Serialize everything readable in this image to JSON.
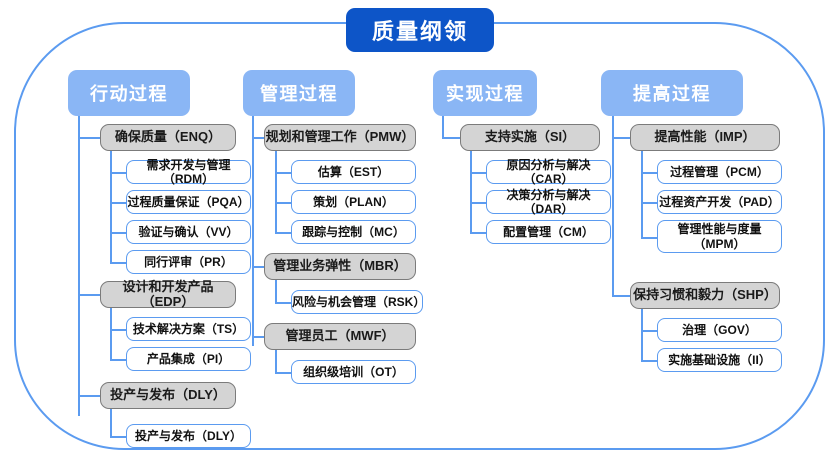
{
  "diagram": {
    "root": {
      "label": "质量纲领"
    },
    "colors": {
      "root_fill": "#0d55c8",
      "category_fill": "#8ab6f5",
      "group_fill": "#d4d4d4",
      "group_border": "#7b7b7b",
      "leaf_border": "#5b9bf0",
      "frame_border": "#5b9bf0",
      "connector": "#5b9bf0",
      "page_background": "#ffffff"
    },
    "categories": [
      {
        "id": "action",
        "label": "行动过程",
        "groups": [
          {
            "id": "enq",
            "label": "确保质量（ENQ）",
            "children": [
              {
                "label": "需求开发与管理（RDM）"
              },
              {
                "label": "过程质量保证（PQA）"
              },
              {
                "label": "验证与确认（VV）"
              },
              {
                "label": "同行评审（PR）"
              }
            ]
          },
          {
            "id": "edp",
            "label": "设计和开发产品（EDP）",
            "children": [
              {
                "label": "技术解决方案（TS）"
              },
              {
                "label": "产品集成（PI）"
              }
            ]
          },
          {
            "id": "dly",
            "label": "投产与发布（DLY）",
            "children": [
              {
                "label": "投产与发布（DLY）"
              }
            ]
          }
        ]
      },
      {
        "id": "manage",
        "label": "管理过程",
        "groups": [
          {
            "id": "pmw",
            "label": "规划和管理工作（PMW）",
            "children": [
              {
                "label": "估算（EST）"
              },
              {
                "label": "策划（PLAN）"
              },
              {
                "label": "跟踪与控制（MC）"
              }
            ]
          },
          {
            "id": "mbr",
            "label": "管理业务弹性（MBR）",
            "children": [
              {
                "label": "风险与机会管理（RSK）"
              }
            ]
          },
          {
            "id": "mwf",
            "label": "管理员工（MWF）",
            "children": [
              {
                "label": "组织级培训（OT）"
              }
            ]
          }
        ]
      },
      {
        "id": "realize",
        "label": "实现过程",
        "groups": [
          {
            "id": "si",
            "label": "支持实施（SI）",
            "children": [
              {
                "label": "原因分析与解决（CAR）"
              },
              {
                "label": "决策分析与解决（DAR）"
              },
              {
                "label": "配置管理（CM）"
              }
            ]
          }
        ]
      },
      {
        "id": "improve",
        "label": "提高过程",
        "groups": [
          {
            "id": "imp",
            "label": "提高性能（IMP）",
            "children": [
              {
                "label": "过程管理（PCM）"
              },
              {
                "label": "过程资产开发（PAD）"
              },
              {
                "label": "管理性能与度量\n（MPM）"
              }
            ]
          },
          {
            "id": "shp",
            "label": "保持习惯和毅力（SHP）",
            "children": [
              {
                "label": "治理（GOV）"
              },
              {
                "label": "实施基础设施（II）"
              }
            ]
          }
        ]
      }
    ]
  }
}
